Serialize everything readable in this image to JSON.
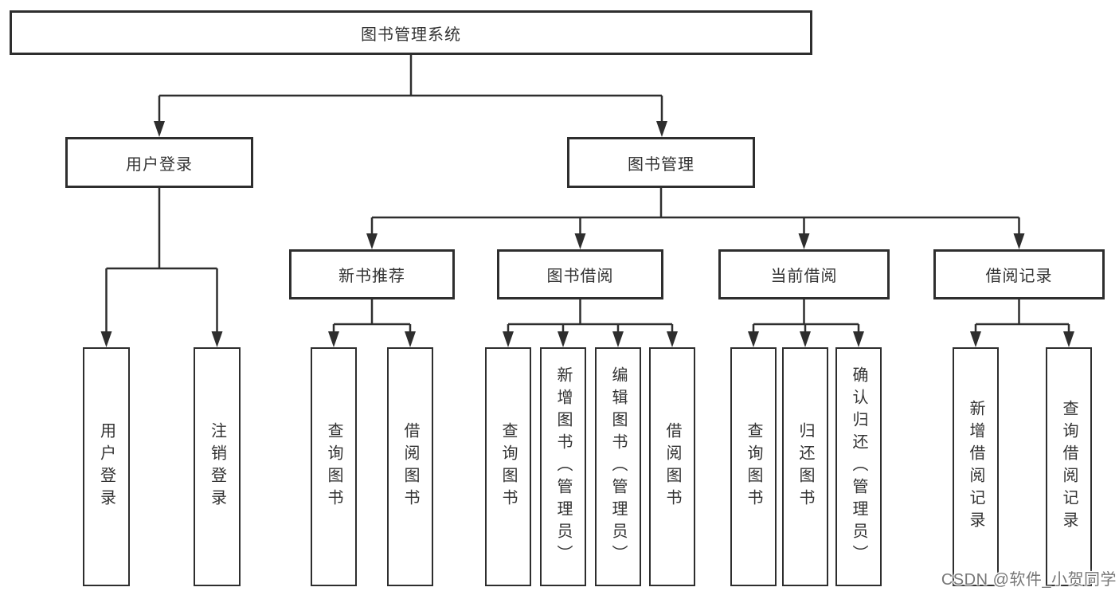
{
  "nodes": {
    "root": {
      "label": "图书管理系统"
    },
    "user_login": {
      "label": "用户登录"
    },
    "book_mgmt": {
      "label": "图书管理"
    },
    "new_book_rec": {
      "label": "新书推荐"
    },
    "book_borrow": {
      "label": "图书借阅"
    },
    "current_borrow": {
      "label": "当前借阅"
    },
    "borrow_records": {
      "label": "借阅记录"
    },
    "leaf_user_login": {
      "label": "用户登录"
    },
    "leaf_logout": {
      "label": "注销登录"
    },
    "leaf_query_book_1": {
      "label": "查询图书"
    },
    "leaf_borrow_book_1": {
      "label": "借阅图书"
    },
    "leaf_query_book_2": {
      "label": "查询图书"
    },
    "leaf_add_book": {
      "label": "新增图书（管理员）"
    },
    "leaf_edit_book": {
      "label": "编辑图书（管理员）"
    },
    "leaf_borrow_book_2": {
      "label": "借阅图书"
    },
    "leaf_query_book_3": {
      "label": "查询图书"
    },
    "leaf_return_book": {
      "label": "归还图书"
    },
    "leaf_confirm_return": {
      "label": "确认归还（管理员）"
    },
    "leaf_add_record": {
      "label": "新增借阅记录"
    },
    "leaf_query_record": {
      "label": "查询借阅记录"
    }
  },
  "watermark": {
    "text": "CSDN @软件_小贺同学"
  },
  "colors": {
    "line": "#2e2e2e",
    "box_border": "#2e2e2e",
    "text": "#333333",
    "watermark": "#777777",
    "background": "#ffffff"
  }
}
